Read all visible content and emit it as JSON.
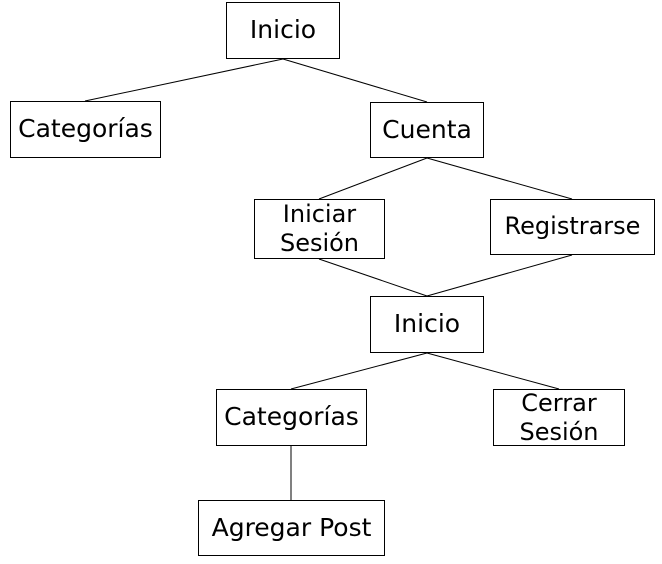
{
  "nodes": {
    "inicio_top": "Inicio",
    "categorias_top": "Categorías",
    "cuenta": "Cuenta",
    "iniciar_sesion": "Iniciar\nSesión",
    "registrarse": "Registrarse",
    "inicio_mid": "Inicio",
    "categorias_mid": "Categorías",
    "cerrar_sesion": "Cerrar\nSesión",
    "agregar_post": "Agregar Post"
  },
  "edges": [
    [
      "Inicio",
      "Categorías"
    ],
    [
      "Inicio",
      "Cuenta"
    ],
    [
      "Cuenta",
      "Iniciar Sesión"
    ],
    [
      "Cuenta",
      "Registrarse"
    ],
    [
      "Iniciar Sesión",
      "Inicio"
    ],
    [
      "Registrarse",
      "Inicio"
    ],
    [
      "Inicio",
      "Categorías"
    ],
    [
      "Inicio",
      "Cerrar Sesión"
    ],
    [
      "Categorías",
      "Agregar Post"
    ]
  ],
  "colors": {
    "stroke": "#000000",
    "background": "#ffffff"
  }
}
